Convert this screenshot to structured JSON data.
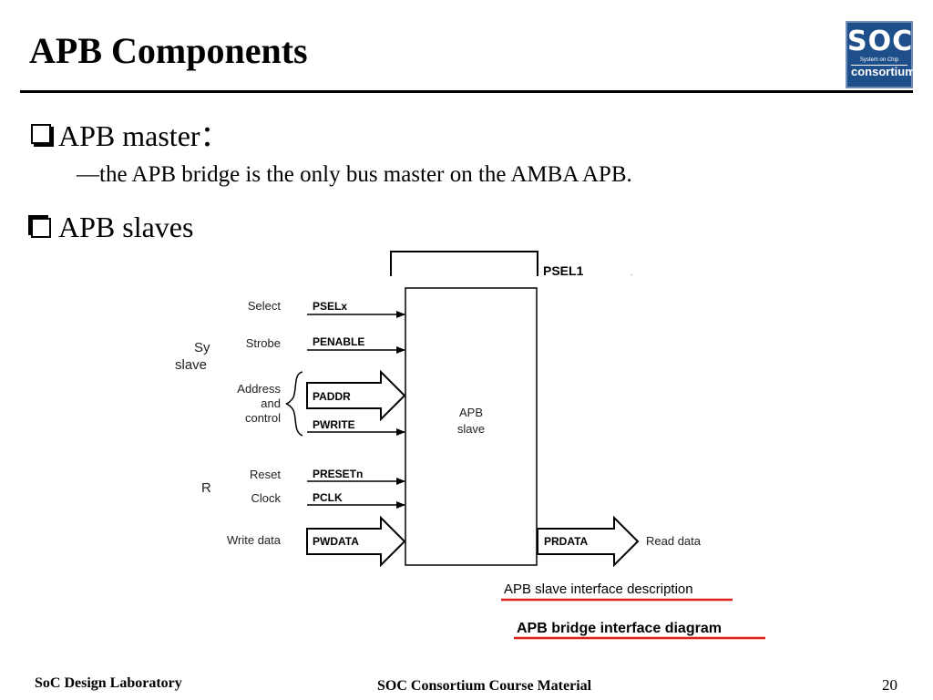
{
  "slide": {
    "title": "APB Components",
    "bullets": [
      {
        "text": "APB master："
      },
      {
        "text": "APB slaves"
      }
    ],
    "sub_bullet": "―the APB bridge is the only bus master on the AMBA  APB."
  },
  "logo": {
    "line1": "SOC",
    "line2": "System on Chip",
    "line3": "consortium"
  },
  "diagram": {
    "top_signal": "PSEL1",
    "left_labels": {
      "select": "Select",
      "strobe": "Strobe",
      "address": "Address",
      "and": "and",
      "control": "control",
      "reset": "Reset",
      "clock": "Clock",
      "write_data": "Write data"
    },
    "group_fragments": {
      "sys1": "Sy",
      "sys2": "slave",
      "r": "R"
    },
    "signals": {
      "psel": "PSELx",
      "penable": "PENABLE",
      "paddr": "PADDR",
      "pwrite": "PWRITE",
      "presetn": "PRESETn",
      "pclk": "PCLK",
      "pwdata": "PWDATA",
      "prdata": "PRDATA"
    },
    "block": {
      "line1": "APB",
      "line2": "slave"
    },
    "read_data": "Read data",
    "caption1": "APB slave interface description",
    "caption2": "APB bridge interface diagram",
    "accent": "#e0201c"
  },
  "footer": {
    "left": "SoC Design Laboratory",
    "center": "SOC Consortium Course Material",
    "page": "20"
  }
}
